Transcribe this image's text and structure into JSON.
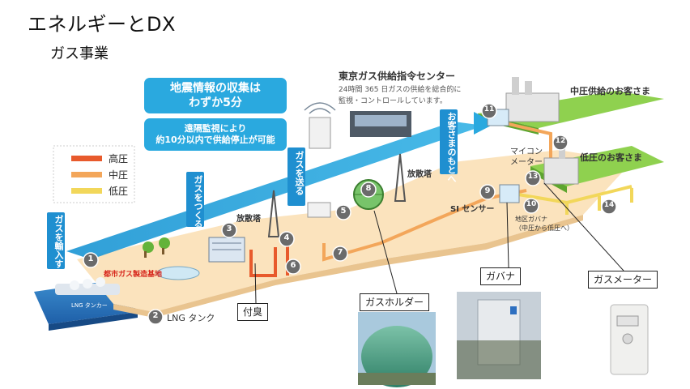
{
  "page": {
    "title": "エネルギーとDX",
    "subtitle": "ガス事業"
  },
  "colors": {
    "blue": "#2aa9df",
    "high": "#e85a2c",
    "mid": "#f3a65a",
    "low": "#f2d75a",
    "ground": "#f9ddb0",
    "green": "#6fbf3f"
  },
  "legend": [
    {
      "label": "高圧",
      "color": "#e85a2c"
    },
    {
      "label": "中圧",
      "color": "#f3a65a"
    },
    {
      "label": "低圧",
      "color": "#f2d75a"
    }
  ],
  "banners": [
    {
      "text_line1": "地震情報の収集は",
      "text_line2": "わずか5分"
    },
    {
      "text_line1": "遠隔監視により",
      "text_line2": "約10分以内で供給停止が可能"
    }
  ],
  "vertical_labels": {
    "import": "ガスを輸入する",
    "produce": "ガスをつくる",
    "send": "ガスを送る",
    "to_customer": "お客さまのもとへ"
  },
  "control_center": {
    "name": "東京ガス供給指令センター",
    "desc_line1": "24時間 365 日ガスの供給を総合的に",
    "desc_line2": "監視・コントロールしています。"
  },
  "labels": {
    "mid_customer": "中圧供給のお客さま",
    "low_customer": "低圧のお客さま",
    "micon_line1": "マイコン",
    "micon_line2": "メーター",
    "si_sensor": "SI センサー",
    "district_gov_line1": "地区ガバナ",
    "district_gov_line2": "（中圧から低圧へ）",
    "vent_tower_1": "放散塔",
    "vent_tower_2": "放散塔",
    "city_gas_plant": "都市ガス製造基地",
    "lng_tanker": "LNG タンカー",
    "lng_tank": "LNG タンク"
  },
  "numbers": [
    "1",
    "2",
    "3",
    "4",
    "5",
    "6",
    "7",
    "8",
    "9",
    "10",
    "11",
    "12",
    "13",
    "14"
  ],
  "callouts": {
    "odorant": "付臭",
    "gas_holder": "ガスホルダー",
    "governor": "ガバナ",
    "gas_meter": "ガスメーター"
  }
}
